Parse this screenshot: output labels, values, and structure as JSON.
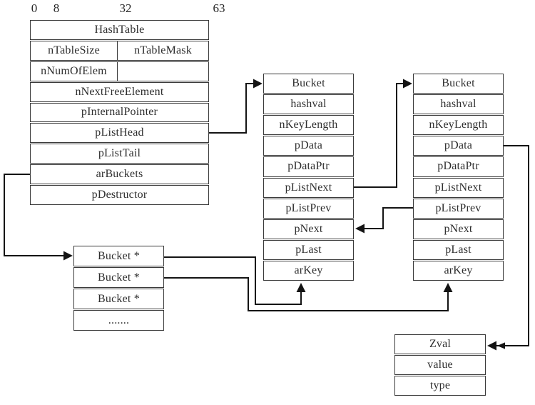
{
  "ruler": {
    "labels": [
      "0",
      "8",
      "32",
      "63"
    ]
  },
  "hashtable": {
    "title": "HashTable",
    "ntablesize": "nTableSize",
    "ntablemask": "nTableMask",
    "nnumofelem": "nNumOfElem",
    "rows": [
      "nNextFreeElement",
      "pInternalPointer",
      "pListHead",
      "pListTail",
      "arBuckets",
      "pDestructor"
    ]
  },
  "bucket": {
    "title": "Bucket",
    "fields": [
      "hashval",
      "nKeyLength",
      "pData",
      "pDataPtr",
      "pListNext",
      "pListPrev",
      "pNext",
      "pLast",
      "arKey"
    ]
  },
  "bucket_array": {
    "rows": [
      "Bucket *",
      "Bucket *",
      "Bucket *",
      "......."
    ]
  },
  "zval": {
    "title": "Zval",
    "rows": [
      "value",
      "type"
    ]
  },
  "edges": [
    {
      "from": "HashTable.pListHead",
      "to": "Bucket-1"
    },
    {
      "from": "HashTable.arBuckets",
      "to": "BucketArray"
    },
    {
      "from": "Bucket-1.pListNext",
      "to": "Bucket-2"
    },
    {
      "from": "Bucket-2.pListPrev",
      "to": "Bucket-1.pNext"
    },
    {
      "from": "BucketArray.0",
      "to": "Bucket-1.arKey"
    },
    {
      "from": "BucketArray.1",
      "to": "Bucket-2.arKey"
    },
    {
      "from": "Bucket-2.pData",
      "to": "Zval"
    }
  ]
}
